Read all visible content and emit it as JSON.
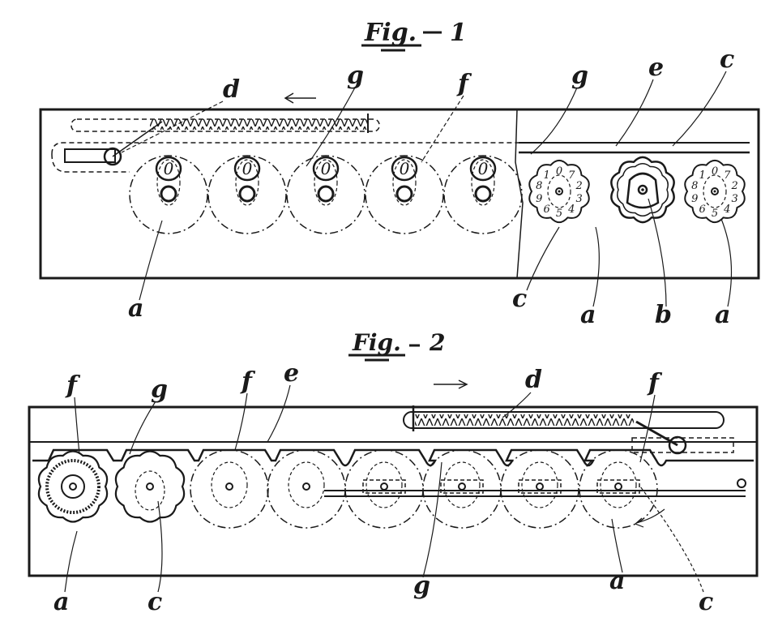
{
  "figure1": {
    "title": "Fig.",
    "number": "1",
    "labels": {
      "a1": "a",
      "a2": "a",
      "a3": "a",
      "b": "b",
      "c1": "c",
      "c2": "c",
      "d": "d",
      "e": "e",
      "f": "f",
      "g1": "g",
      "g2": "g"
    },
    "window_digits": [
      "0",
      "0",
      "0",
      "0",
      "0"
    ],
    "wheel_digits": [
      "0",
      "7",
      "2",
      "3",
      "4",
      "5",
      "6",
      "9",
      "8",
      "1"
    ]
  },
  "figure2": {
    "title": "Fig.",
    "number": "2",
    "labels": {
      "f1": "f",
      "f2": "f",
      "f3": "f",
      "g1": "g",
      "g2": "g",
      "e": "e",
      "d": "d",
      "a1": "a",
      "a2": "a",
      "c1": "c",
      "c2": "c"
    }
  },
  "colors": {
    "ink": "#1a1a1a",
    "paper": "#ffffff"
  }
}
